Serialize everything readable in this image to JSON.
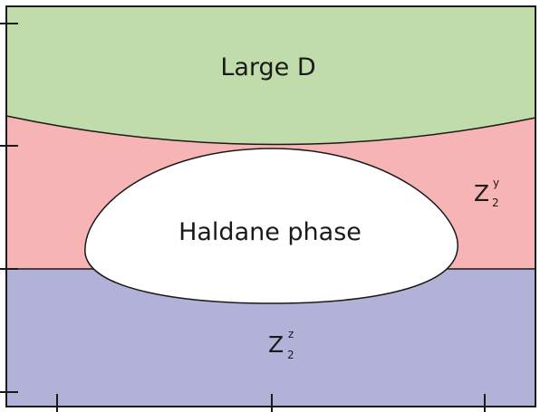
{
  "diagram": {
    "regions": [
      {
        "id": "large-d",
        "label": "Large D",
        "color": "#bfdcaa"
      },
      {
        "id": "z2y",
        "label": "Z",
        "sup": "y",
        "sub": "2",
        "color": "#f7b4b4"
      },
      {
        "id": "haldane",
        "label": "Haldane phase",
        "color": "#ffffff"
      },
      {
        "id": "z2z",
        "label": "Z",
        "sup": "z",
        "sub": "2",
        "color": "#b2b2d8"
      }
    ],
    "frame_color": "#1a1a1a"
  }
}
